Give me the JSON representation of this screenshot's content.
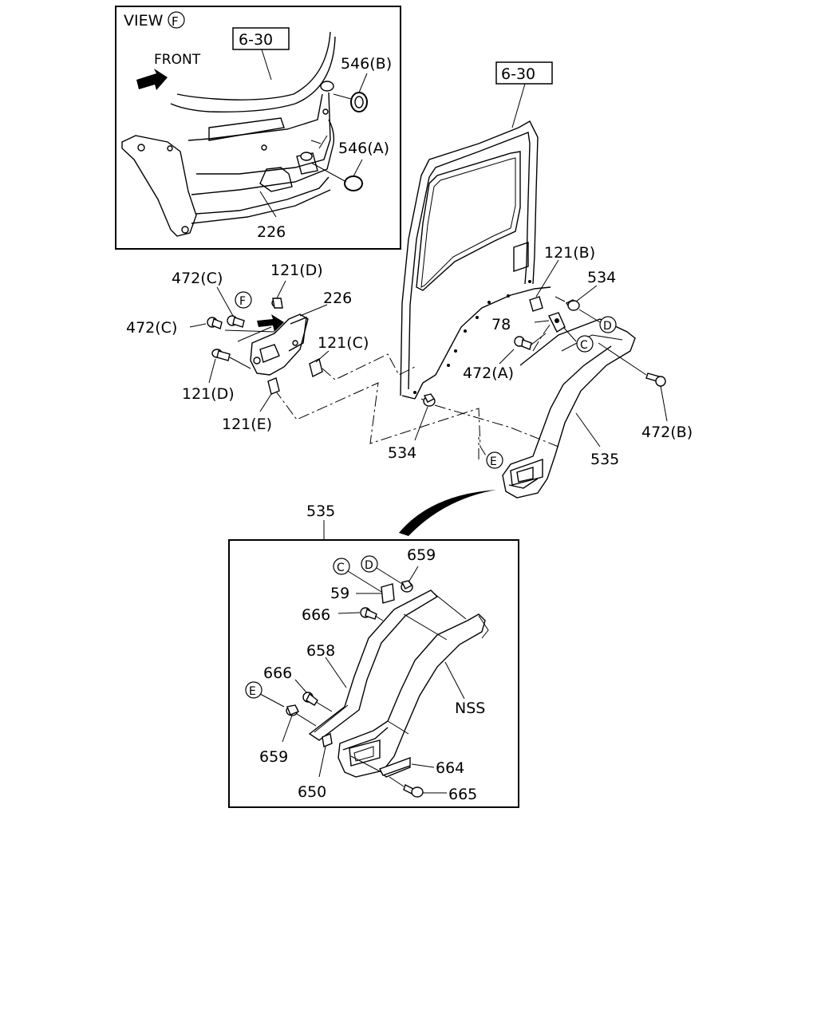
{
  "view_label": "VIEW",
  "view_ref": "F",
  "front_label": "FRONT",
  "refs": {
    "c": "C",
    "d": "D",
    "e": "E",
    "f": "F"
  },
  "boxes": {
    "ref_630_view": "6-30",
    "ref_630_main": "6-30"
  },
  "callouts": {
    "p546b": "546(B)",
    "p546a": "546(A)",
    "p226_view": "226",
    "p121b": "121(B)",
    "p534_top": "534",
    "p78": "78",
    "p472a": "472(A)",
    "p472b": "472(B)",
    "p535_main": "535",
    "p534_bottom": "534",
    "p472c_top": "472(C)",
    "p121d_top": "121(D)",
    "p226_main": "226",
    "p472c_left": "472(C)",
    "p121c": "121(C)",
    "p121d_bottom": "121(D)",
    "p121e": "121(E)",
    "p535_detail": "535",
    "p659_top": "659",
    "p59": "59",
    "p666_top": "666",
    "p658": "658",
    "p666_mid": "666",
    "nss": "NSS",
    "p659_bottom": "659",
    "p650": "650",
    "p664": "664",
    "p665": "665"
  }
}
